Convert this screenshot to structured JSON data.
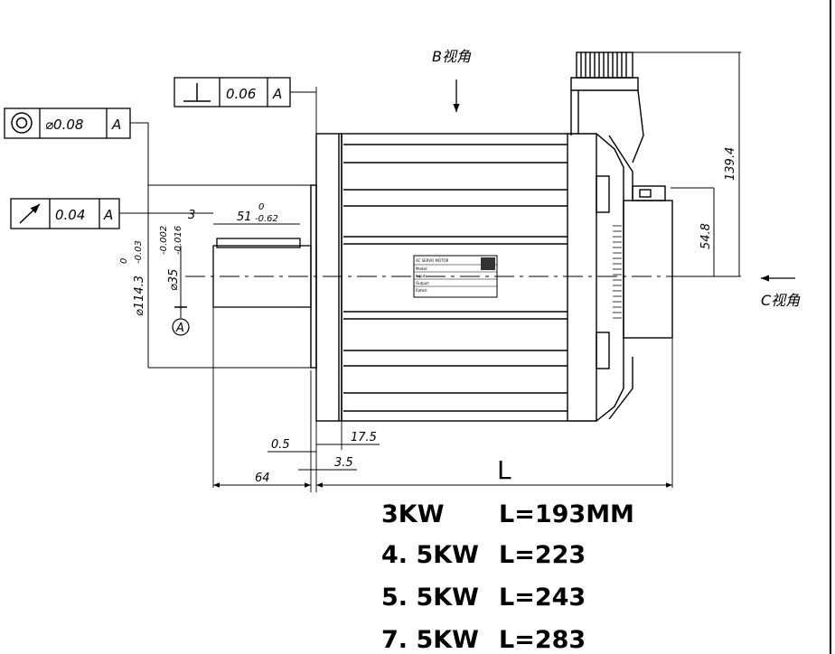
{
  "view_labels": {
    "b_view": "B视角",
    "c_view": "C视角"
  },
  "tolerance_frames": {
    "perpendicularity": {
      "symbol": "perpendicularity-icon",
      "value": "0.06",
      "datum": "A"
    },
    "concentricity": {
      "symbol": "concentricity-icon",
      "value": "⌀0.08",
      "datum": "A"
    },
    "runout": {
      "symbol": "runout-icon",
      "value": "0.04",
      "datum": "A"
    }
  },
  "datum_marker": "A",
  "dimensions": {
    "shaft_step": "3",
    "key_length_nominal": "51",
    "key_length_upper": "0",
    "key_length_lower": "-0.62",
    "pilot_diameter_nominal": "⌀114.3",
    "pilot_diameter_upper": "0",
    "pilot_diameter_lower": "-0.03",
    "shaft_diameter_nominal": "⌀35",
    "shaft_diameter_upper": "-0.002",
    "shaft_diameter_lower": "-0.016",
    "connector_height": "139.4",
    "encoder_height": "54.8",
    "flange_gap": "0.5",
    "flange_to_body": "17.5",
    "flange_thickness": "3.5",
    "shaft_length": "64",
    "body_length": "L"
  },
  "nameplate": {
    "title": "AC SERVO MOTOR",
    "rows": [
      "Model:",
      "Input:",
      "Output:",
      "Rated:"
    ]
  },
  "length_table": [
    {
      "power": "3KW",
      "length": "L=193MM"
    },
    {
      "power": "4. 5KW",
      "length": "L=223"
    },
    {
      "power": "5. 5KW",
      "length": "L=243"
    },
    {
      "power": "7. 5KW",
      "length": "L=283"
    }
  ]
}
